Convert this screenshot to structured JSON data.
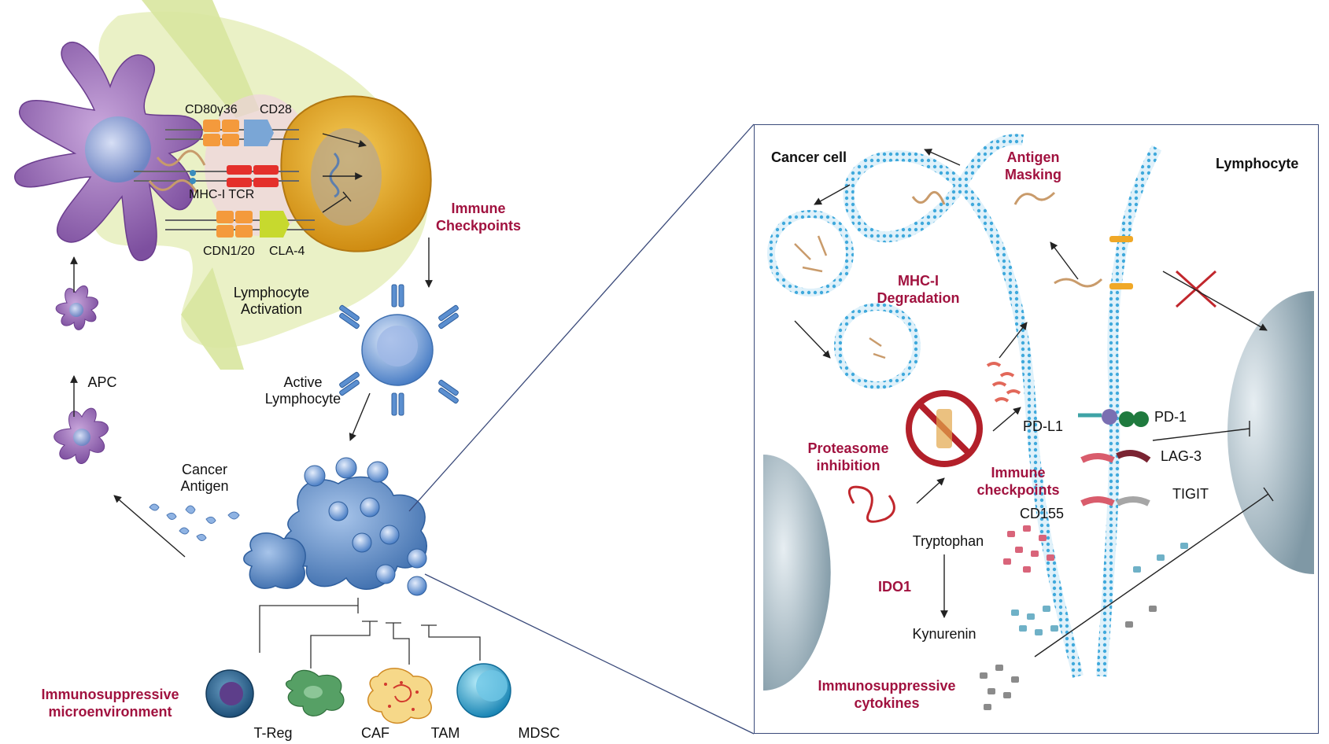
{
  "left": {
    "apc_label": "APC",
    "cancer_antigen": [
      "Cancer",
      "Antigen"
    ],
    "lymphocyte_activation": [
      "Lymphocyte",
      "Activation"
    ],
    "active_lymphocyte": [
      "Active",
      "Lymphocyte"
    ],
    "immune_checkpoints": [
      "Immune",
      "Checkpoints"
    ],
    "receptors": {
      "cd80": "CD80γ36",
      "cd28": "CD28",
      "mhc_tcr": "MHC-I TCR",
      "cdn": "CDN1/20",
      "cla4": "CLA-4"
    },
    "immunosuppressive": [
      "Immunosuppressive",
      "microenvironment"
    ],
    "cells": {
      "treg": "T-Reg",
      "caf": "CAF",
      "tam": "TAM",
      "mdsc": "MDSC"
    }
  },
  "right": {
    "cancer_cell": "Cancer cell",
    "lymphocyte": "Lymphocyte",
    "antigen_masking": [
      "Antigen",
      "Masking"
    ],
    "mhc_degradation": [
      "MHC-I",
      "Degradation"
    ],
    "proteasome_inhibition": [
      "Proteasome",
      "inhibition"
    ],
    "immune_checkpoints": [
      "Immune",
      "checkpoints"
    ],
    "pd_l1": "PD-L1",
    "pd_1": "PD-1",
    "lag3": "LAG-3",
    "tigit": "TIGIT",
    "cd155": "CD155",
    "tryptophan": "Tryptophan",
    "ido1": "IDO1",
    "kynurenin": "Kynurenin",
    "cytokines": [
      "Immunosuppressive",
      "cytokines"
    ]
  },
  "colors": {
    "apc": "#8a5cab",
    "tcell": "#e8a91c",
    "lymph_blue": "#5b8fd0",
    "tumor": "#6d9bd3",
    "accent_red": "#a1123f",
    "membrane": "#3fa9dc",
    "cell_gray": "#a6b9c3"
  }
}
